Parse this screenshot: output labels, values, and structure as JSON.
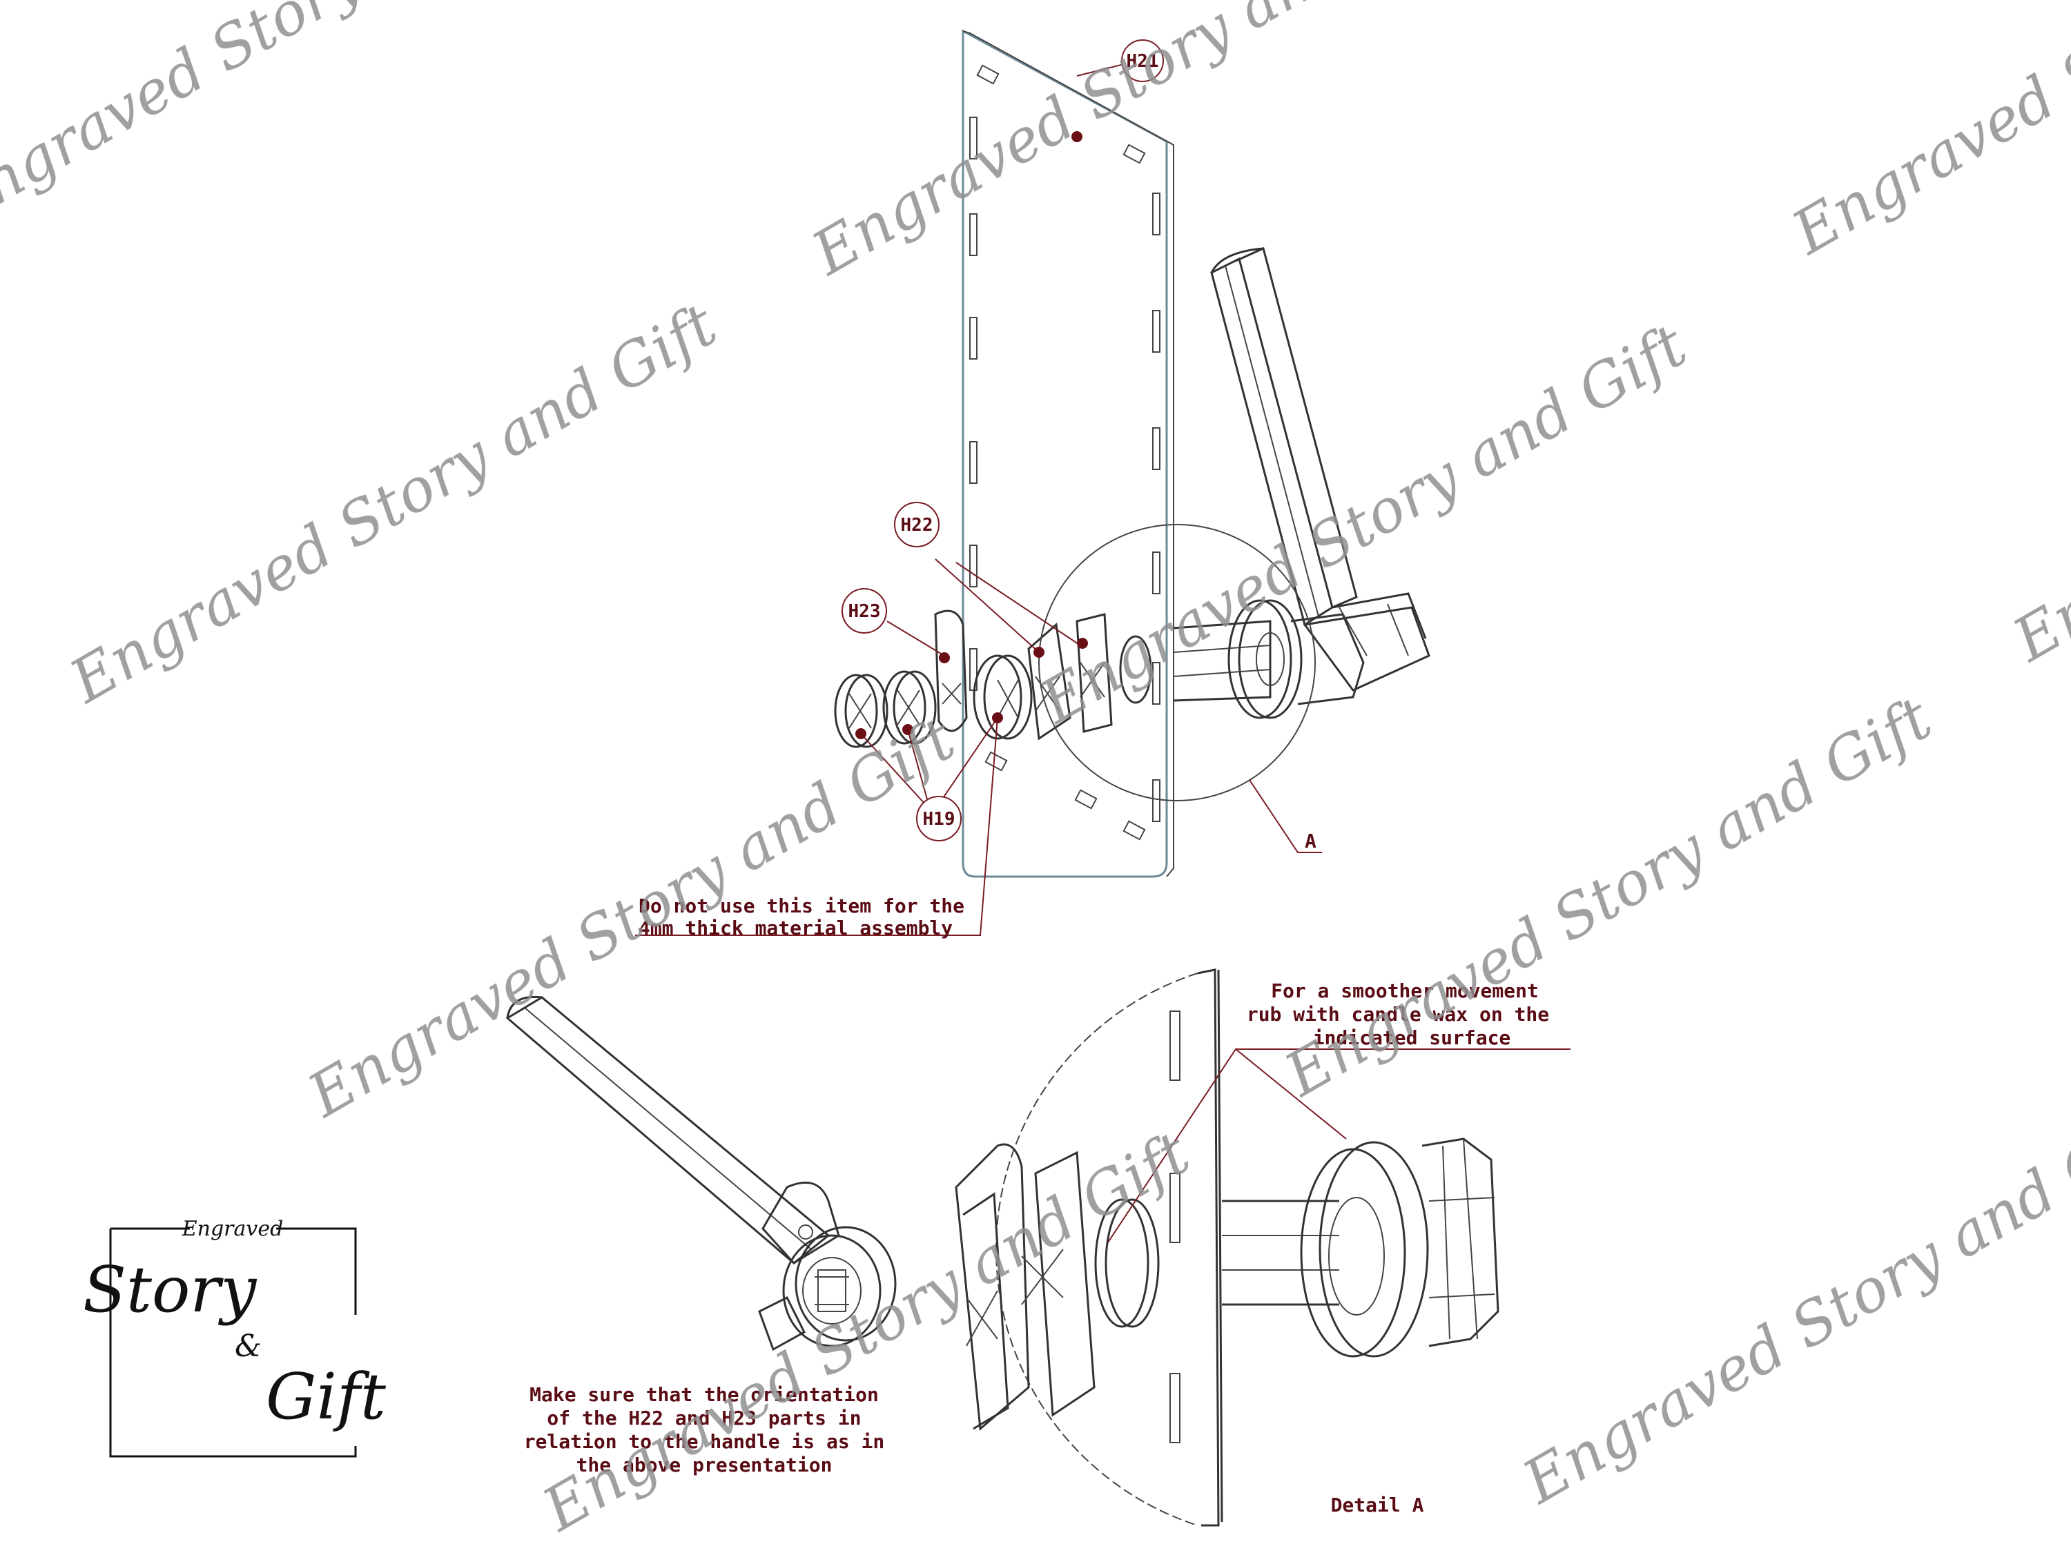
{
  "callouts": {
    "h21": "H21",
    "h22": "H22",
    "h23": "H23",
    "h19": "H19",
    "detail_ref": "A"
  },
  "notes": {
    "no_4mm_line1": "Do not use this item for the",
    "no_4mm_line2": "4mm thick material assembly",
    "wax_line1": "For a smoother movement",
    "wax_line2": "rub with candle wax on the",
    "wax_line3": "indicated surface",
    "orient_line1": "Make sure that the orientation",
    "orient_line2": "of the H22 and H23 parts in",
    "orient_line3": "relation to the handle is as in",
    "orient_line4": "the above presentation",
    "detail_label": "Detail A"
  },
  "logo": {
    "top": "Engraved",
    "word1": "Story",
    "amp": "&",
    "word2": "Gift"
  },
  "watermark": "Engraved Story and Gift",
  "colors": {
    "annotation": "#5a0c14",
    "plate_outline": "#6e8a99",
    "watermark": "#8f8f8f"
  }
}
